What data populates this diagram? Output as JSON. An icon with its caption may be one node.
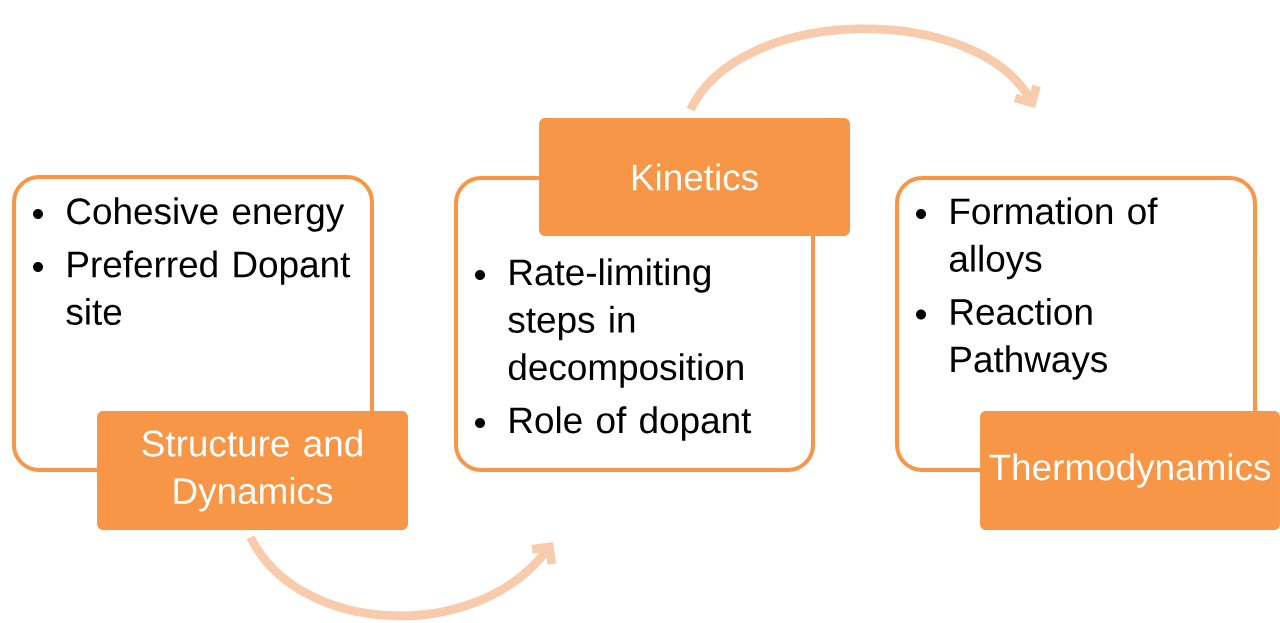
{
  "diagram": {
    "nodes": [
      {
        "text": [
          "Cohesive energy",
          "Preferred Dopant site"
        ]
      },
      {
        "text": [
          "Structure and Dynamics"
        ]
      },
      {
        "text": [
          "Rate-limiting steps in decomposition",
          "Role of dopant"
        ]
      },
      {
        "text": [
          "Kinetics"
        ]
      },
      {
        "text": [
          "Formation of alloys",
          "Reaction Pathways"
        ]
      },
      {
        "text": [
          "Thermodynamics"
        ]
      }
    ],
    "edges": [
      {
        "from": 1,
        "to": 2,
        "arrow": "to"
      },
      {
        "from": 3,
        "to": 4,
        "arrow": "to"
      }
    ]
  }
}
